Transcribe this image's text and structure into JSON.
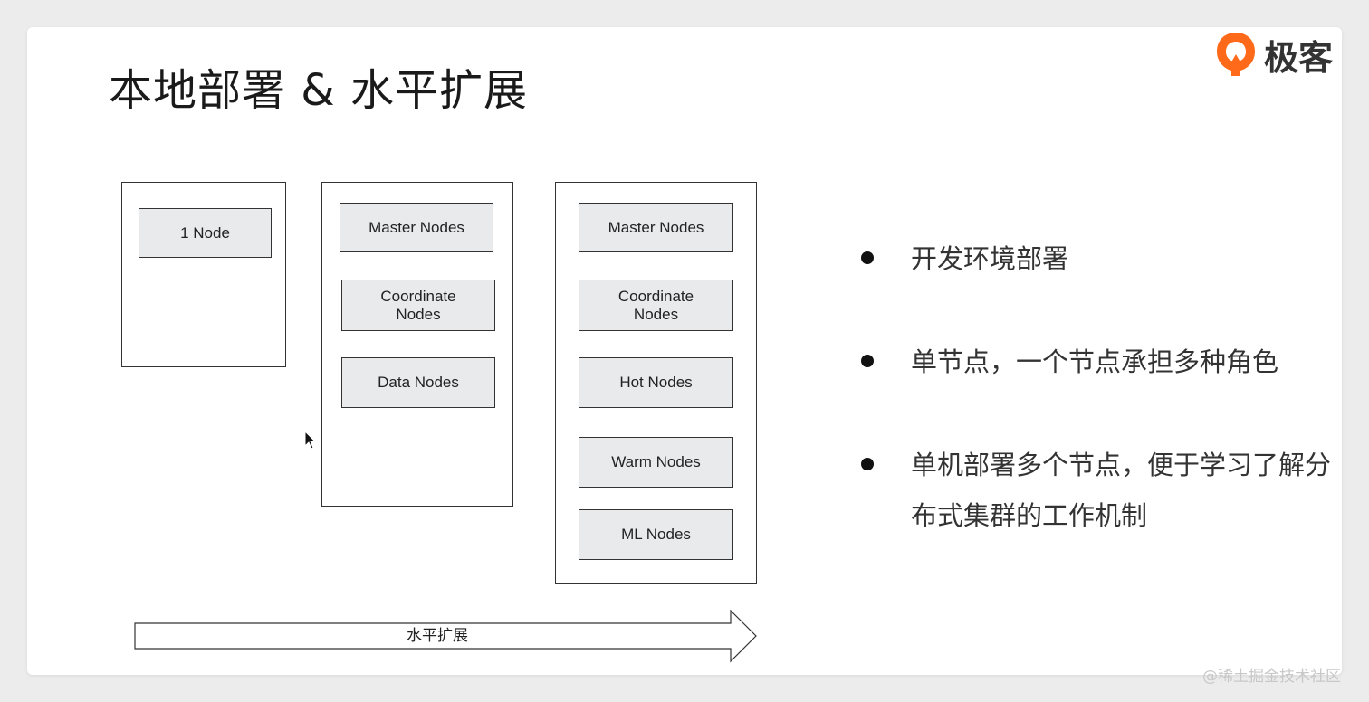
{
  "slide": {
    "title": "本地部署 & 水平扩展",
    "logo_text": "极客",
    "diagram": {
      "column1": {
        "nodes": [
          "1 Node"
        ]
      },
      "column2": {
        "nodes": [
          "Master Nodes",
          "Coordinate\nNodes",
          "Data Nodes"
        ]
      },
      "column3": {
        "nodes": [
          "Master Nodes",
          "Coordinate\nNodes",
          "Hot Nodes",
          "Warm Nodes",
          "ML Nodes"
        ]
      },
      "arrow_label": "水平扩展"
    },
    "bullets": [
      "开发环境部署",
      "单节点，一个节点承担多种角色",
      "单机部署多个节点，便于学习了解分布式集群的工作机制"
    ]
  },
  "watermark": "@稀土掘金技术社区",
  "colors": {
    "logo_orange": "#ff6a1a",
    "node_fill": "#e8eaeb",
    "border": "#333333"
  }
}
